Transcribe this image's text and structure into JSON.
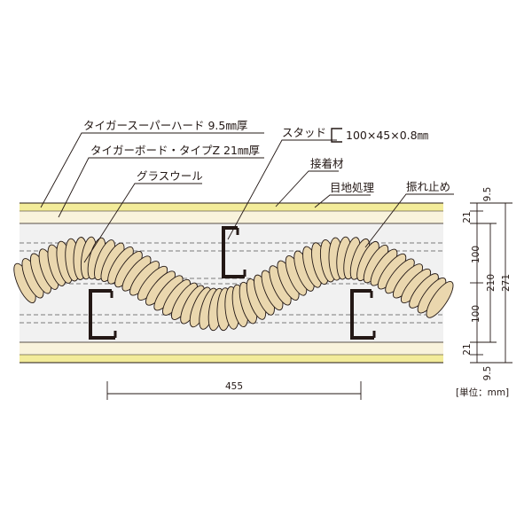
{
  "labels": {
    "tiger_super_hard": "タイガースーパーハード 9.5㎜厚",
    "tiger_board": "タイガーボード・タイプZ 21㎜厚",
    "glass_wool": "グラスウール",
    "stud_prefix": "スタッド",
    "stud_size": "100×45×0.8㎜",
    "joint_material": "接着材",
    "joint_treatment": "目地処理",
    "anti_vibration": "振れ止め"
  },
  "dimensions": {
    "spacing": "455",
    "right": [
      "9.5",
      "21",
      "100",
      "100",
      "21",
      "9.5"
    ],
    "sub_total": "210",
    "total": "271",
    "unit": "[単位：mm]"
  },
  "colors": {
    "outer_board": "#f3ec9a",
    "inner_board": "#f9f3dc",
    "cavity": "#f1f1f1",
    "glass_wool": "#ead7ae",
    "stud": "#231815"
  }
}
